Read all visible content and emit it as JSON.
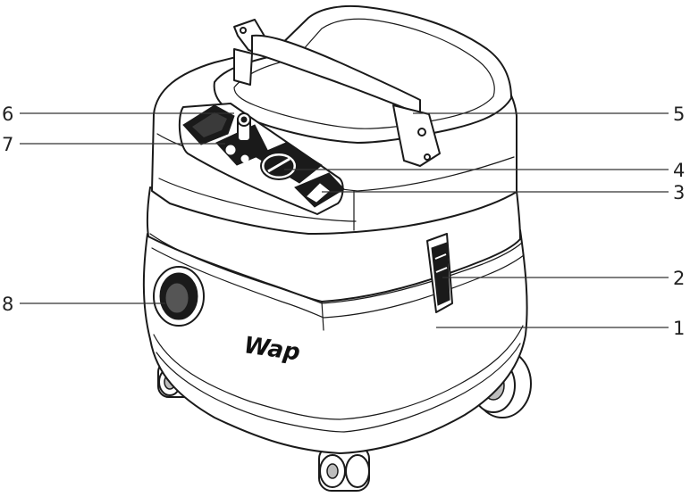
{
  "brand": {
    "logo_text": "Wap"
  },
  "callouts": {
    "c1": "1",
    "c2": "2",
    "c3": "3",
    "c4": "4",
    "c5": "5",
    "c6": "6",
    "c7": "7",
    "c8": "8"
  }
}
